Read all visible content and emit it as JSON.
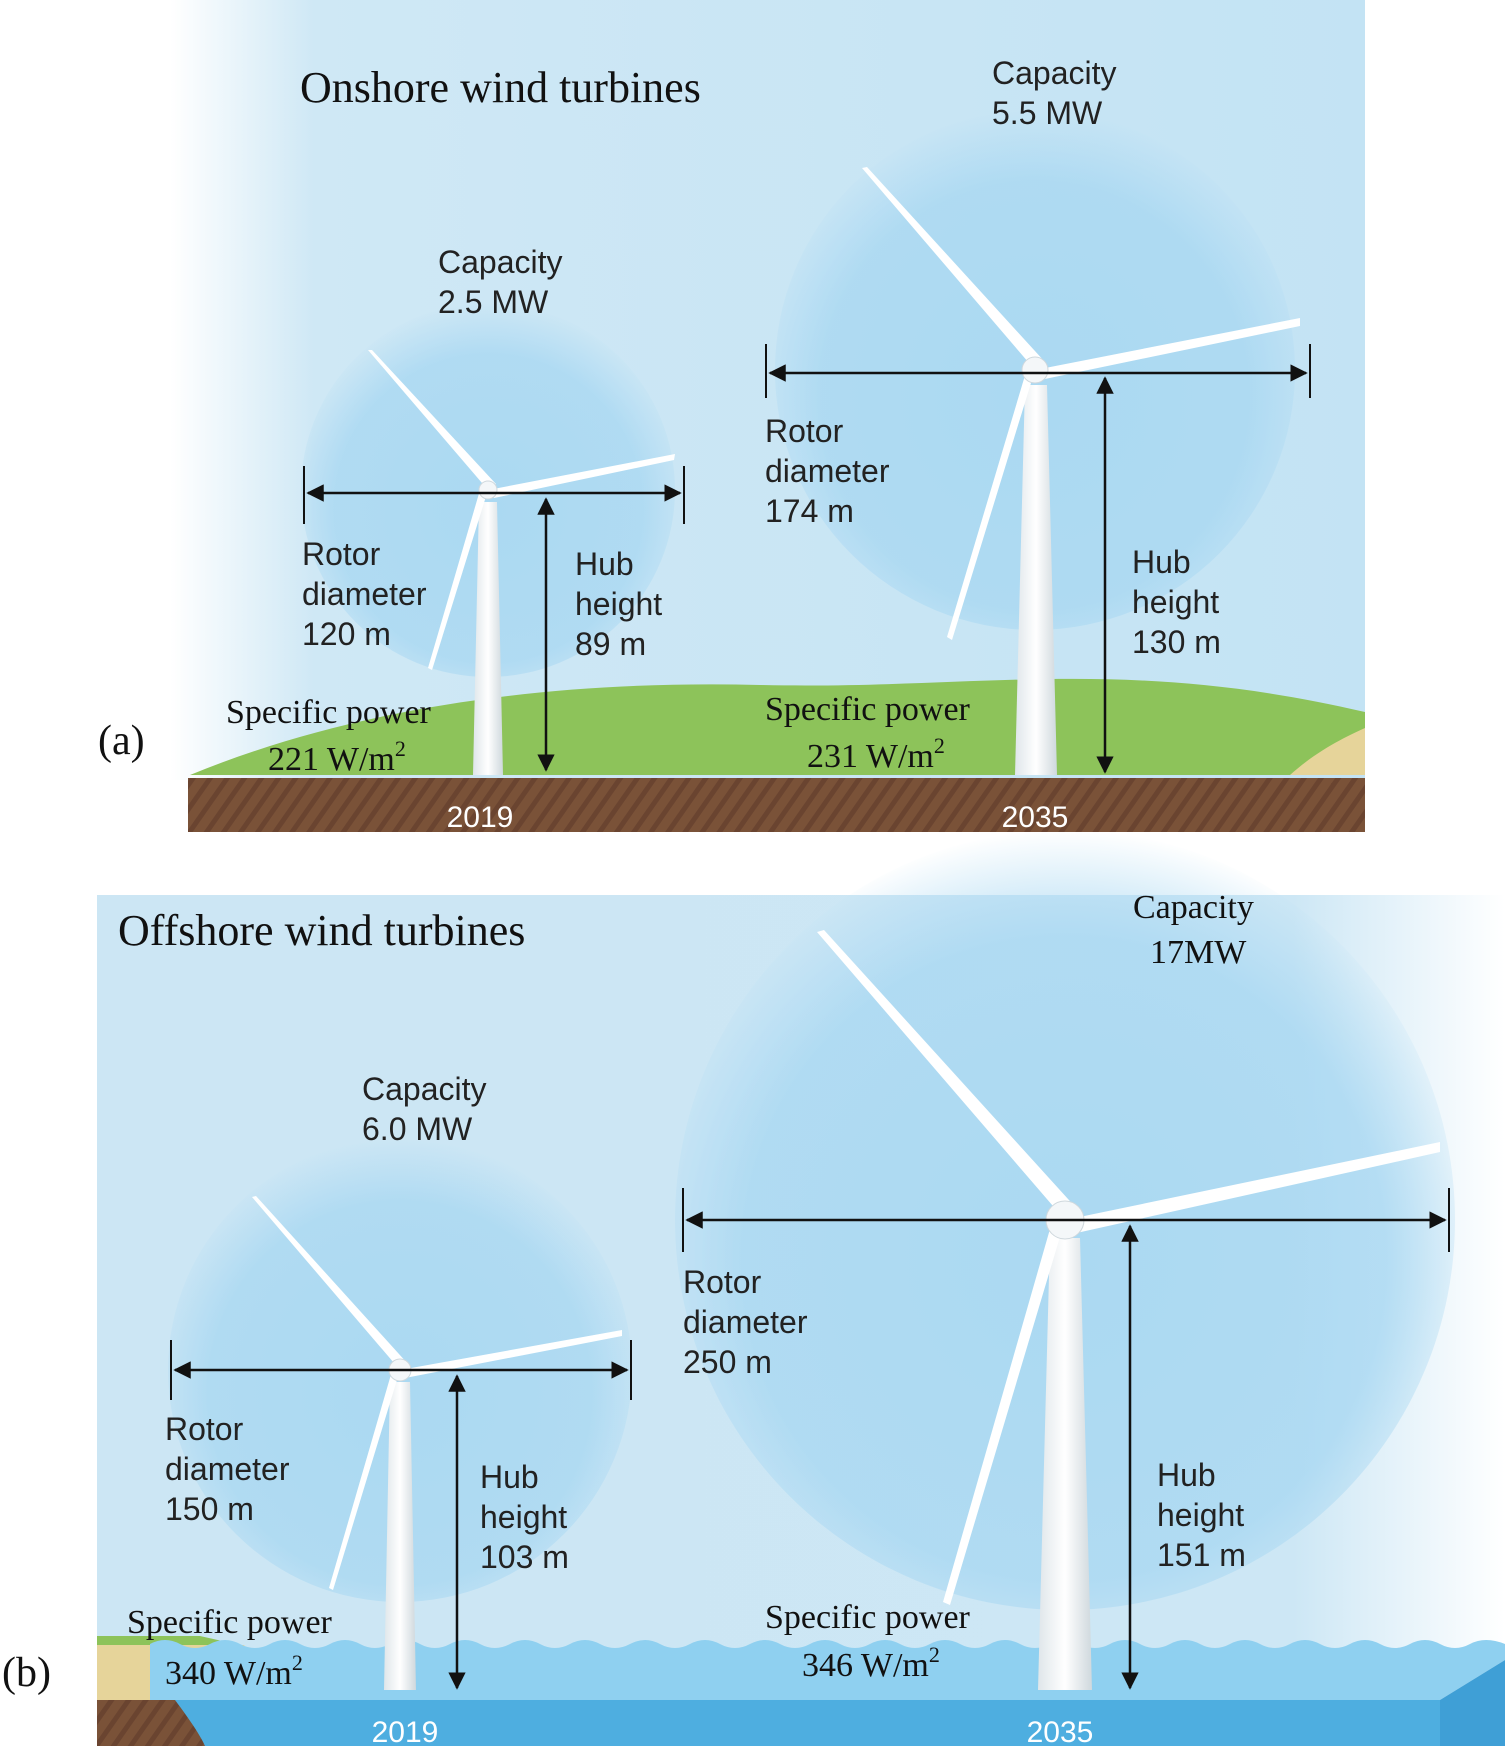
{
  "panel_a": {
    "label": "(a)",
    "title": "Onshore wind turbines",
    "turbines": [
      {
        "year": "2019",
        "capacity_label": "Capacity",
        "capacity_value": "2.5 MW",
        "rotor_label_1": "Rotor",
        "rotor_label_2": "diameter",
        "rotor_value": "120 m",
        "hub_label_1": "Hub",
        "hub_label_2": "height",
        "hub_value": "89 m",
        "sp_label": "Specific power",
        "sp_value": "221 W/m",
        "sp_sup": "2"
      },
      {
        "year": "2035",
        "capacity_label": "Capacity",
        "capacity_value": "5.5 MW",
        "rotor_label_1": "Rotor",
        "rotor_label_2": "diameter",
        "rotor_value": "174 m",
        "hub_label_1": "Hub",
        "hub_label_2": "height",
        "hub_value": "130 m",
        "sp_label": "Specific power",
        "sp_value": "231 W/m",
        "sp_sup": "2"
      }
    ]
  },
  "panel_b": {
    "label": "(b)",
    "title": "Offshore wind turbines",
    "turbines": [
      {
        "year": "2019",
        "capacity_label": "Capacity",
        "capacity_value": "6.0 MW",
        "rotor_label_1": "Rotor",
        "rotor_label_2": "diameter",
        "rotor_value": "150 m",
        "hub_label_1": "Hub",
        "hub_label_2": "height",
        "hub_value": "103 m",
        "sp_label": "Specific power",
        "sp_value": "340 W/m",
        "sp_sup": "2"
      },
      {
        "year": "2035",
        "capacity_label": "Capacity",
        "capacity_value": "17MW",
        "rotor_label_1": "Rotor",
        "rotor_label_2": "diameter",
        "rotor_value": "250 m",
        "hub_label_1": "Hub",
        "hub_label_2": "height",
        "hub_value": "151 m",
        "sp_label": "Specific power",
        "sp_value": "346 W/m",
        "sp_sup": "2"
      }
    ]
  },
  "colors": {
    "sky": "#cfe8f5",
    "rotor_swept_area": "#a9d8f2",
    "grass": "#8dc35a",
    "soil": "#7a5238",
    "sea": "#6ec2ea",
    "sea_dark": "#3f9fd6",
    "sand": "#e6d49a",
    "turbine": "#ffffff"
  }
}
